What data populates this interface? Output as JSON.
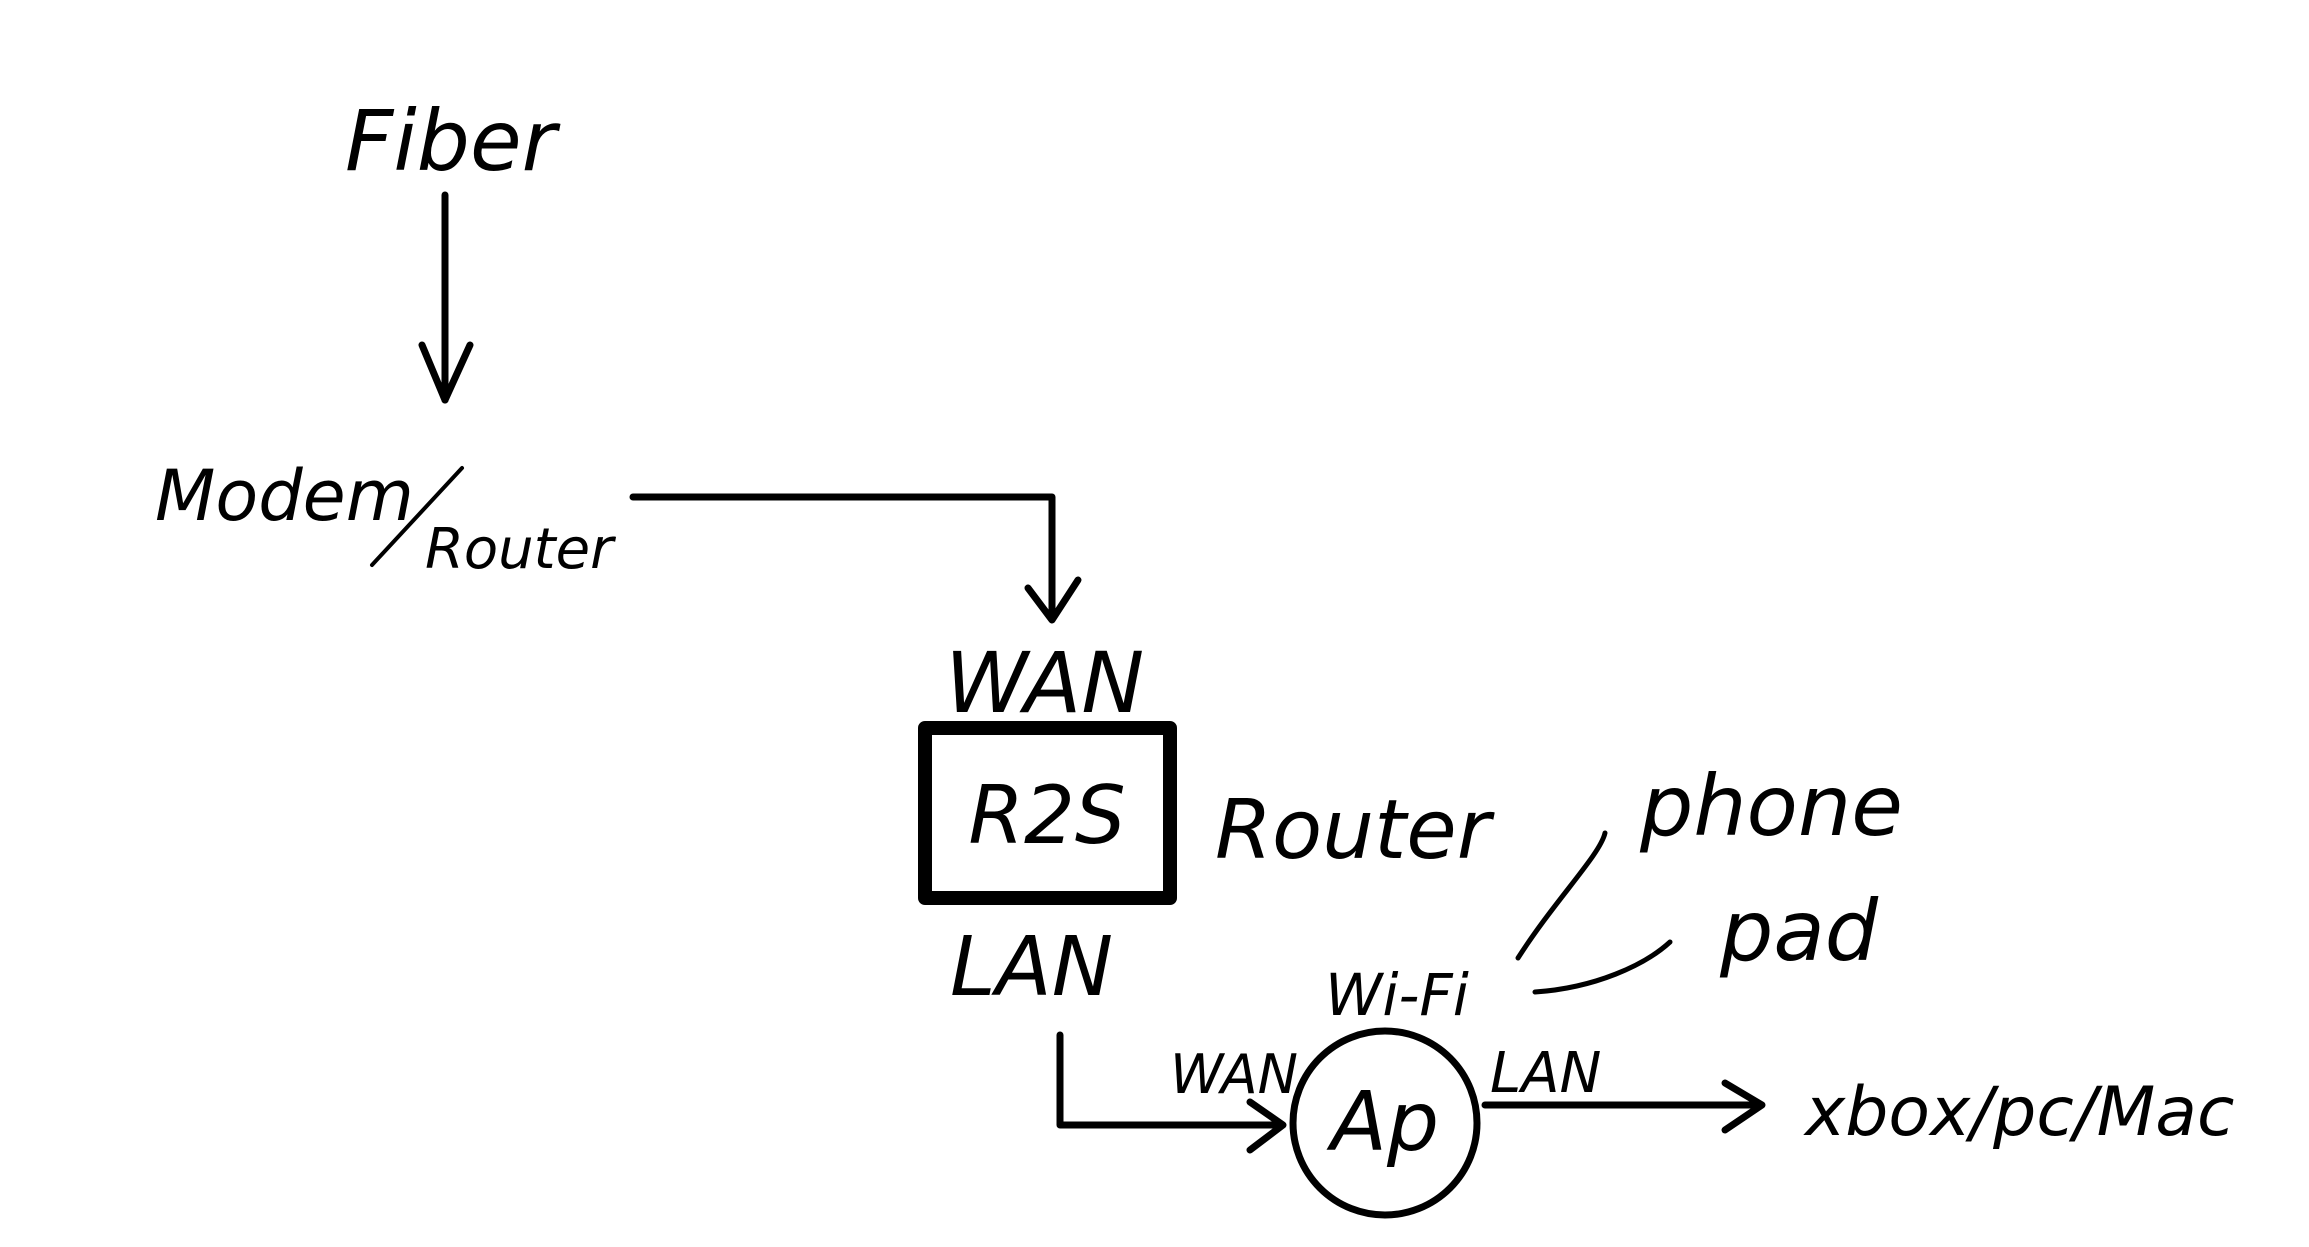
{
  "nodes": {
    "fiber": "Fiber",
    "modem": "Modem",
    "modem_router": "Router",
    "r2s": "R2S",
    "r2s_caption": "Router",
    "r2s_wan": "WAN",
    "r2s_lan": "LAN",
    "ap": "Ap",
    "ap_wan": "WAN",
    "ap_lan": "LAN",
    "wifi": "Wi-Fi",
    "phone": "phone",
    "pad": "pad",
    "wired_devices": "xbox/pc/Mac"
  },
  "colors": {
    "ink": "#000000",
    "background": "#ffffff"
  }
}
